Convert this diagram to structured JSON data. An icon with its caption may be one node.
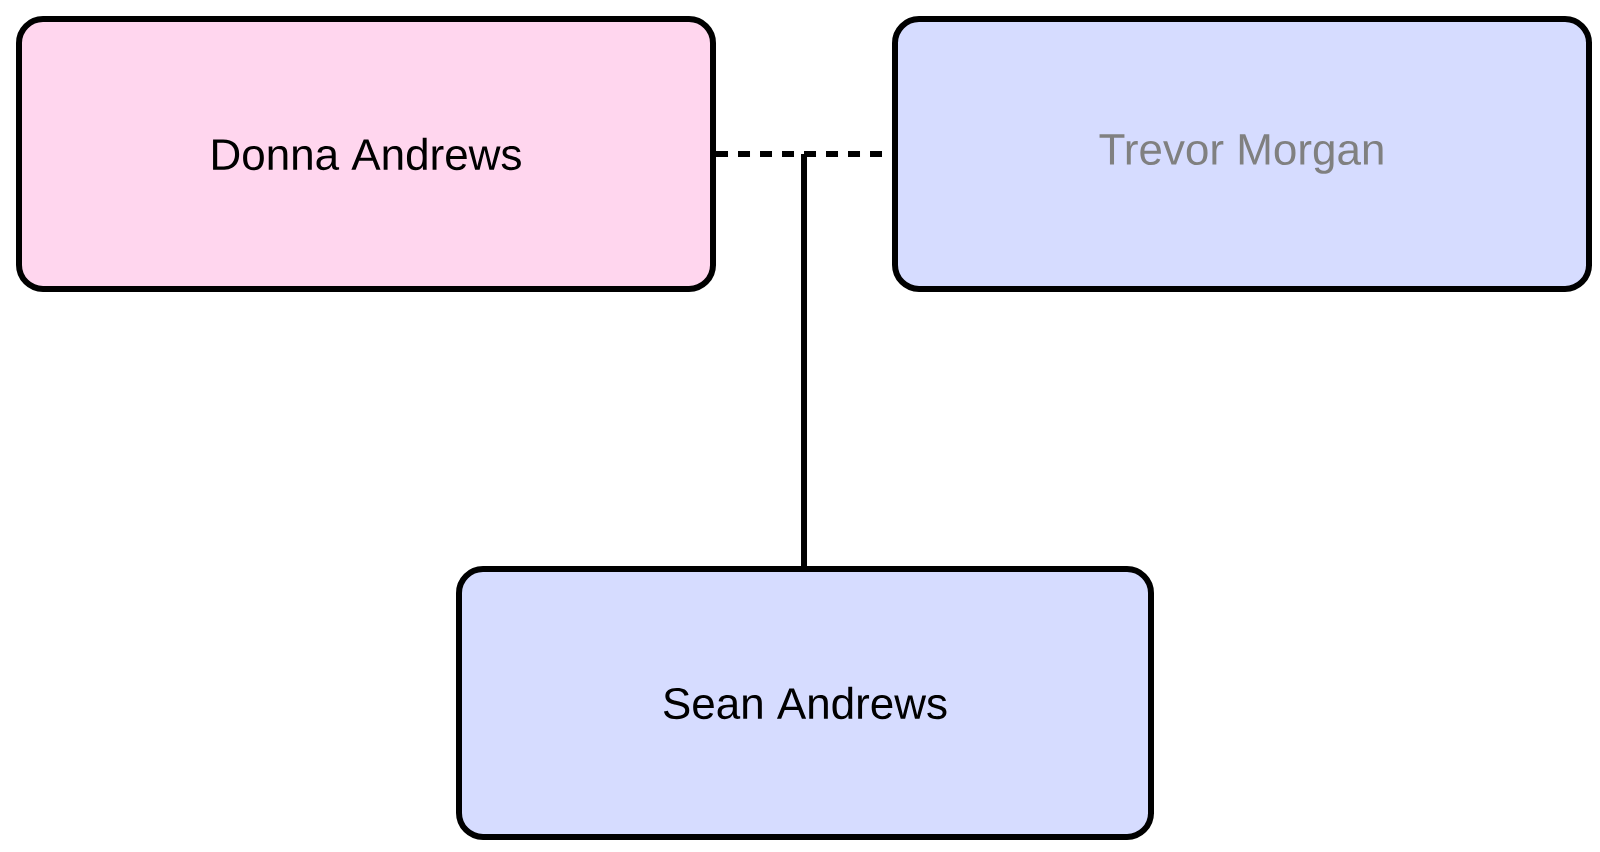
{
  "diagram": {
    "nodes": [
      {
        "text": [
          "Donna Andrews"
        ]
      },
      {
        "text": [
          "Trevor Morgan"
        ]
      },
      {
        "text": [
          "Sean Andrews"
        ]
      }
    ],
    "edges": [
      {
        "from": 0,
        "to": 1,
        "arrow": "none",
        "style": "dashed"
      },
      {
        "from": 0,
        "to": 2,
        "arrow": "none"
      },
      {
        "from": 1,
        "to": 2,
        "arrow": "none"
      }
    ]
  }
}
